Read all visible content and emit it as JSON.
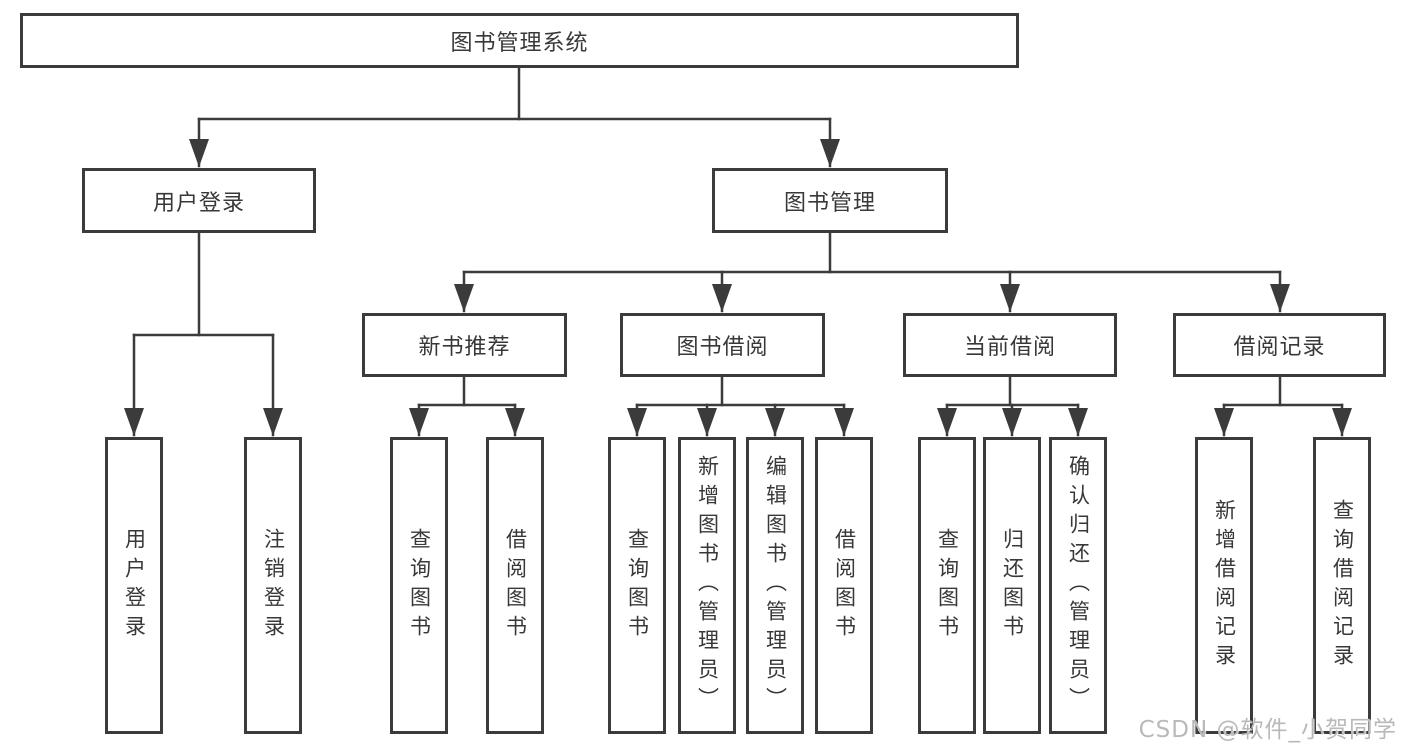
{
  "colors": {
    "line": "#3b3b3b",
    "text": "#383838",
    "background": "#ffffff",
    "watermark": "#b9b9b9"
  },
  "watermark": {
    "text": "CSDN @软件_小贺同学"
  },
  "tree": {
    "root": {
      "label": "图书管理系统"
    },
    "branches": [
      {
        "label": "用户登录",
        "children": [
          {
            "label": "用户登录"
          },
          {
            "label": "注销登录"
          }
        ]
      },
      {
        "label": "图书管理",
        "children": [
          {
            "label": "新书推荐",
            "children": [
              {
                "label": "查询图书"
              },
              {
                "label": "借阅图书"
              }
            ]
          },
          {
            "label": "图书借阅",
            "children": [
              {
                "label": "查询图书"
              },
              {
                "label": "新增图书（管理员）"
              },
              {
                "label": "编辑图书（管理员）"
              },
              {
                "label": "借阅图书"
              }
            ]
          },
          {
            "label": "当前借阅",
            "children": [
              {
                "label": "查询图书"
              },
              {
                "label": "归还图书"
              },
              {
                "label": "确认归还（管理员）"
              }
            ]
          },
          {
            "label": "借阅记录",
            "children": [
              {
                "label": "新增借阅记录"
              },
              {
                "label": "查询借阅记录"
              }
            ]
          }
        ]
      }
    ]
  }
}
